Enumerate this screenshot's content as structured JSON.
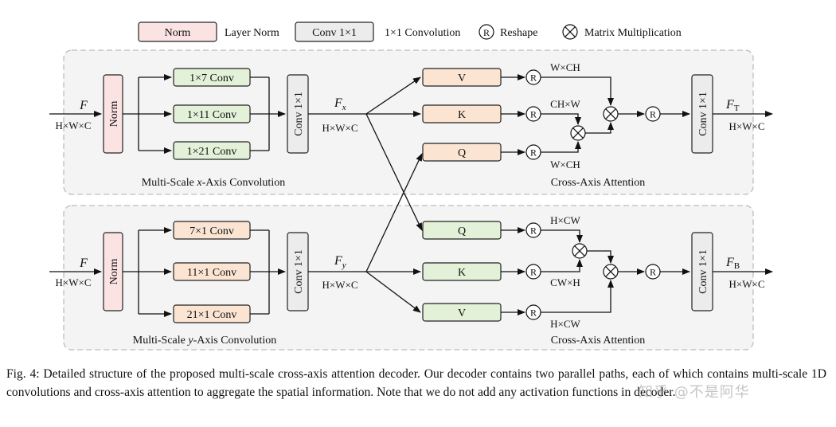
{
  "legend": {
    "norm_box": "Norm",
    "norm_desc": "Layer Norm",
    "conv_box": "Conv 1×1",
    "conv_desc": "1×1 Convolution",
    "reshape_symbol": "R",
    "reshape_desc": "Reshape",
    "matmul_desc": "Matrix Multiplication"
  },
  "top_path": {
    "input_label": "F",
    "input_dims": "H×W×C",
    "norm": "Norm",
    "convs": [
      "1×7 Conv",
      "1×11 Conv",
      "1×21 Conv"
    ],
    "fuse_conv": "Conv 1×1",
    "feature_label": "F",
    "feature_sub": "x",
    "feature_dims": "H×W×C",
    "module_label_pre": "Multi-Scale ",
    "module_label_axis": "x",
    "module_label_post": "-Axis Convolution",
    "attn_blocks": [
      "V",
      "K",
      "Q"
    ],
    "reshape_dims": [
      "W×CH",
      "CH×W",
      "W×CH"
    ],
    "attn_label": "Cross-Axis Attention",
    "out_conv": "Conv 1×1",
    "output_label": "F",
    "output_sub": "T",
    "output_dims": "H×W×C"
  },
  "bottom_path": {
    "input_label": "F",
    "input_dims": "H×W×C",
    "norm": "Norm",
    "convs": [
      "7×1 Conv",
      "11×1 Conv",
      "21×1 Conv"
    ],
    "fuse_conv": "Conv 1×1",
    "feature_label": "F",
    "feature_sub": "y",
    "feature_dims": "H×W×C",
    "module_label_pre": "Multi-Scale ",
    "module_label_axis": "y",
    "module_label_post": "-Axis Convolution",
    "attn_blocks": [
      "Q",
      "K",
      "V"
    ],
    "reshape_dims": [
      "H×CW",
      "CW×H",
      "H×CW"
    ],
    "attn_label": "Cross-Axis Attention",
    "out_conv": "Conv 1×1",
    "output_label": "F",
    "output_sub": "B",
    "output_dims": "H×W×C"
  },
  "caption": "Fig. 4: Detailed structure of the proposed multi-scale cross-axis attention decoder. Our decoder contains two parallel paths, each of which contains multi-scale 1D convolutions and cross-axis attention to aggregate the spatial information. Note that we do not add any activation functions in decoder.",
  "watermark": "知乎 @不是阿华",
  "colors": {
    "norm_fill": "#fbe3e3",
    "xconv_fill": "#e3f1d8",
    "yconv_fill": "#fbe5d2",
    "conv_fill": "#ececec",
    "panel_fill": "#f4f4f4",
    "panel_stroke": "#bdbdbd"
  }
}
